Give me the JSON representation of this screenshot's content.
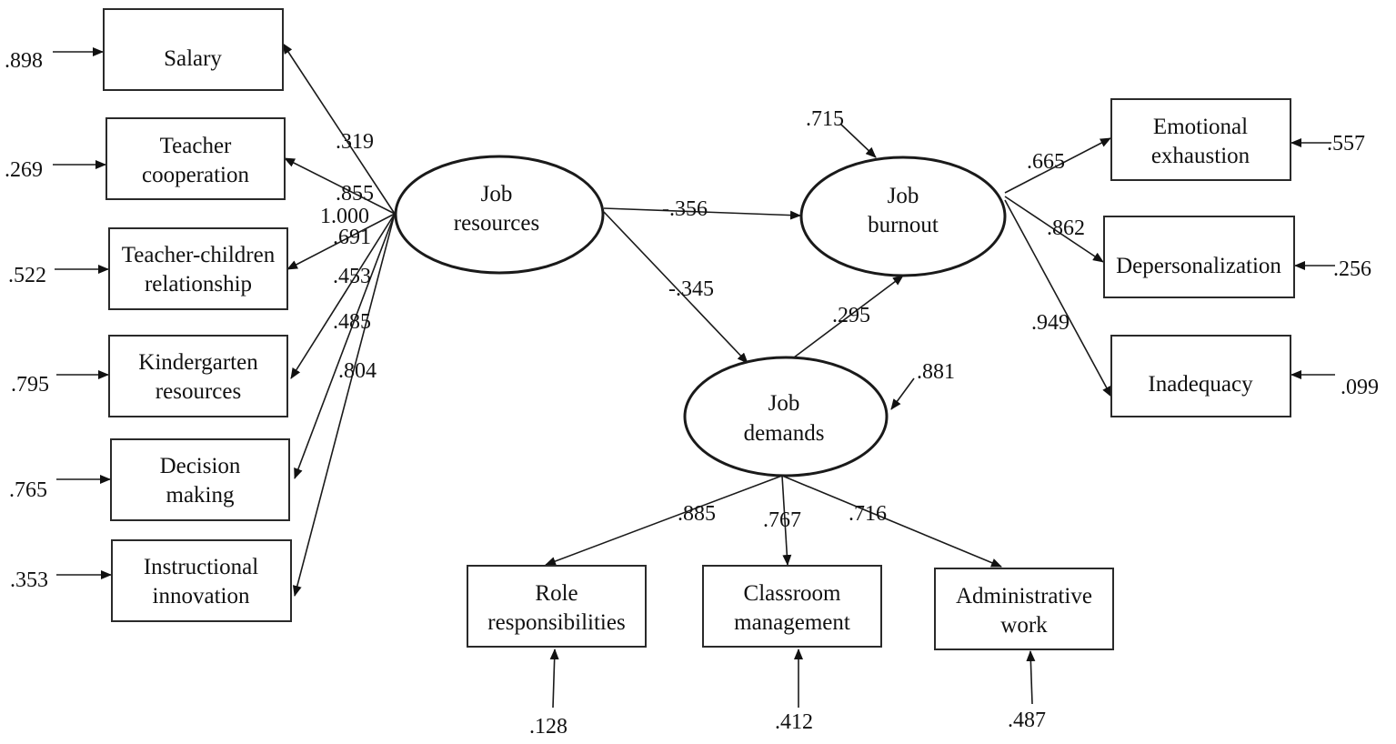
{
  "observed": {
    "salary": {
      "lines": [
        "Salary"
      ],
      "error": ".898"
    },
    "teacher_cooperation": {
      "lines": [
        "Teacher",
        "cooperation"
      ],
      "error": ".269"
    },
    "teacher_children": {
      "lines": [
        "Teacher-children",
        "relationship"
      ],
      "error": ".522"
    },
    "kindergarten_resources": {
      "lines": [
        "Kindergarten",
        "resources"
      ],
      "error": ".795"
    },
    "decision_making": {
      "lines": [
        "Decision",
        "making"
      ],
      "error": ".765"
    },
    "instructional_innovation": {
      "lines": [
        "Instructional",
        "innovation"
      ],
      "error": ".353"
    },
    "emotional_exhaustion": {
      "lines": [
        "Emotional",
        "exhaustion"
      ],
      "error": ".557"
    },
    "depersonalization": {
      "lines": [
        "Depersonalization"
      ],
      "error": ".256"
    },
    "inadequacy": {
      "lines": [
        "Inadequacy"
      ],
      "error": ".099"
    },
    "role_responsibilities": {
      "lines": [
        "Role",
        "responsibilities"
      ],
      "error": ".128"
    },
    "classroom_management": {
      "lines": [
        "Classroom",
        "management"
      ],
      "error": ".412"
    },
    "administrative_work": {
      "lines": [
        "Administrative",
        "work"
      ],
      "error": ".487"
    }
  },
  "latent": {
    "job_resources": {
      "lines": [
        "Job",
        "resources"
      ]
    },
    "job_burnout": {
      "lines": [
        "Job",
        "burnout"
      ],
      "error": ".715"
    },
    "job_demands": {
      "lines": [
        "Job",
        "demands"
      ],
      "error": ".881"
    }
  },
  "loadings": {
    "salary": ".319",
    "teacher_cooperation": ".855",
    "teacher_children": "1.000",
    "kindergarten_resources": ".691",
    "decision_making": ".453",
    "instructional_innovation": ".485",
    "extra": ".804",
    "emotional_exhaustion": ".665",
    "depersonalization": ".862",
    "inadequacy": ".949",
    "role_responsibilities": ".885",
    "classroom_management": ".767",
    "administrative_work": ".716"
  },
  "paths": {
    "resources_to_burnout": "-.356",
    "resources_to_demands": "-.345",
    "demands_to_burnout": ".295"
  }
}
